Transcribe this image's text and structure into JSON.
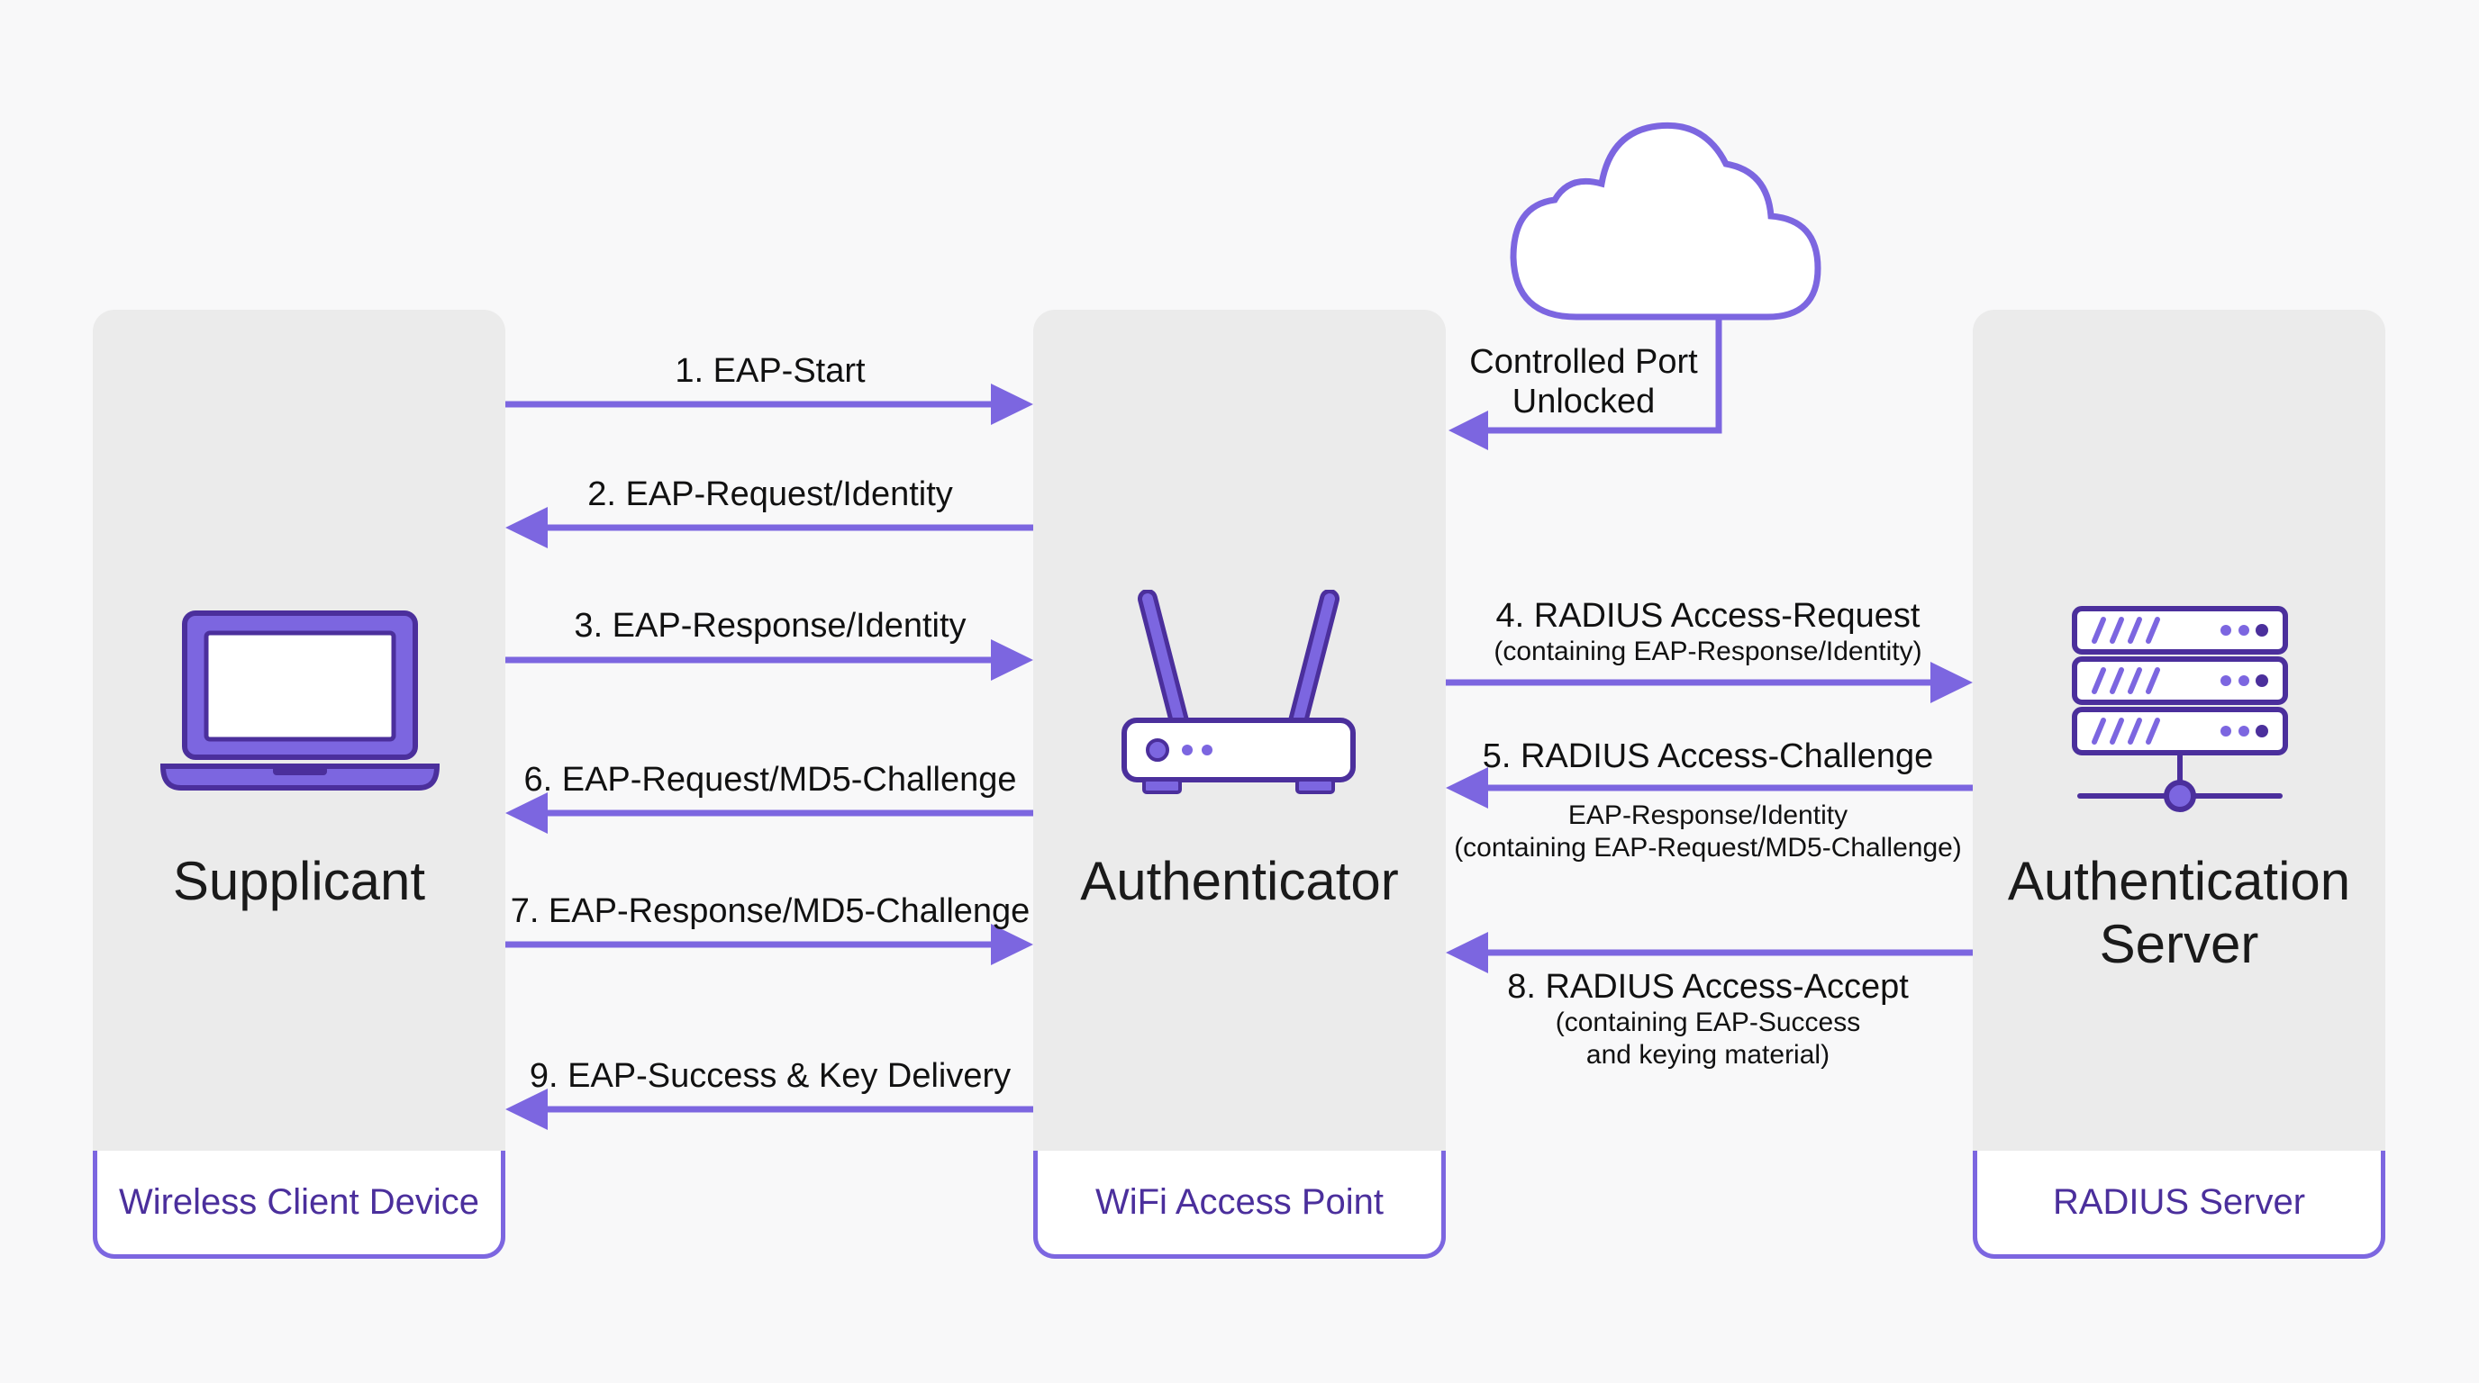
{
  "columns": {
    "supplicant": {
      "title": "Supplicant",
      "footer": "Wireless Client Device"
    },
    "authenticator": {
      "title": "Authenticator",
      "footer": "WiFi Access Point"
    },
    "server": {
      "title_line1": "Authentication",
      "title_line2": "Server",
      "footer": "RADIUS Server"
    }
  },
  "cloud": {
    "label_line1": "Controlled Port",
    "label_line2": "Unlocked",
    "icon": "cloud-icon"
  },
  "messages": {
    "m1": "1. EAP-Start",
    "m2": "2. EAP-Request/Identity",
    "m3": "3. EAP-Response/Identity",
    "m4": "4. RADIUS Access-Request",
    "m4_sub": "(containing EAP-Response/Identity)",
    "m5": "5. RADIUS Access-Challenge",
    "m5_sub1": "EAP-Response/Identity",
    "m5_sub2": "(containing EAP-Request/MD5-Challenge)",
    "m6": "6. EAP-Request/MD5-Challenge",
    "m7": "7. EAP-Response/MD5-Challenge",
    "m8": "8. RADIUS Access-Accept",
    "m8_sub1": "(containing EAP-Success",
    "m8_sub2": "and keying material)",
    "m9": "9. EAP-Success & Key Delivery"
  },
  "icons": {
    "supplicant": "laptop-icon",
    "authenticator": "router-icon",
    "server": "server-icon"
  },
  "colors": {
    "accent": "#7c66e0",
    "dark_accent": "#4b2f9c",
    "panel": "#ebebeb"
  }
}
